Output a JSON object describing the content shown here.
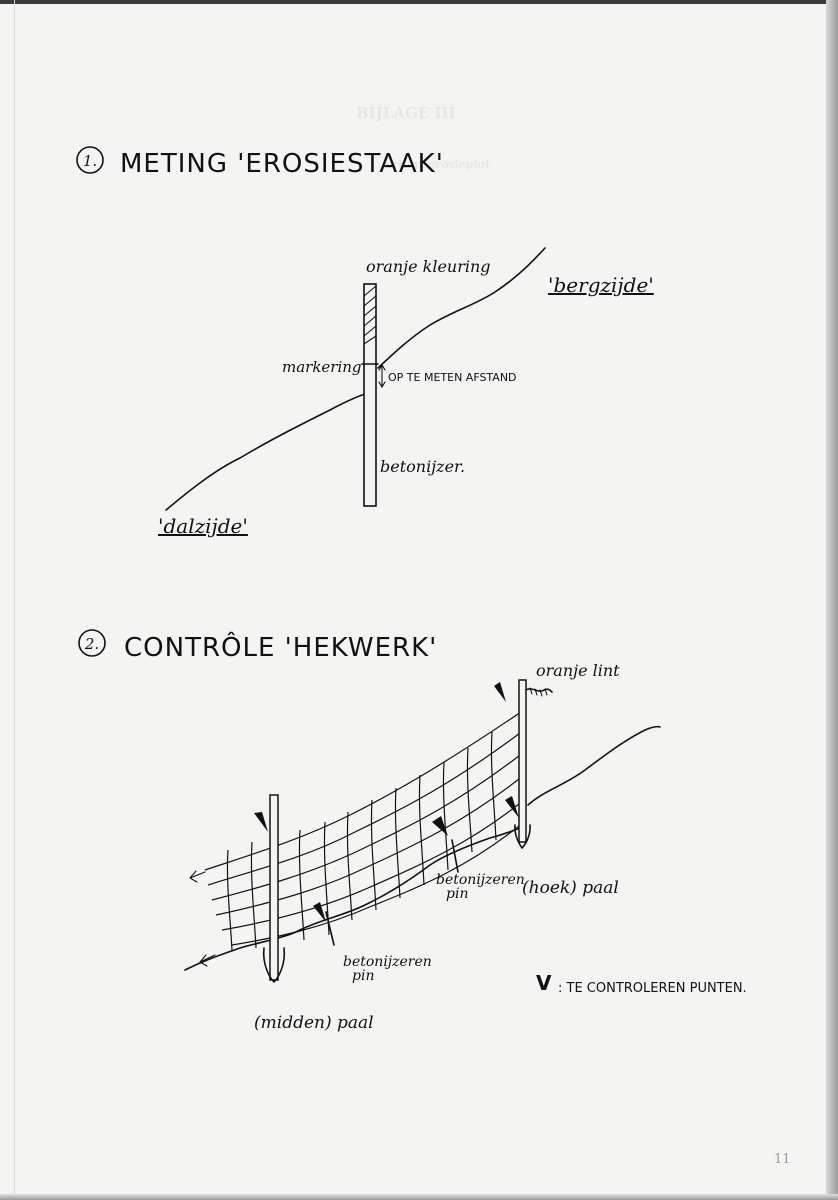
{
  "background_print": {
    "heading": "BIJLAGE III",
    "subtitle": "...erings erosieplot"
  },
  "section1": {
    "number": "1.",
    "title": "METING 'EROSIESTAAK'",
    "labels": {
      "top_marking": "oranje kleuring",
      "uphill": "'bergzijde'",
      "marking": "markering",
      "distance": "OP TE METEN AFSTAND",
      "rebar": "betonijzer.",
      "downhill": "'dalzijde'"
    }
  },
  "section2": {
    "number": "2.",
    "title": "CONTRÔLE 'HEKWERK'",
    "labels": {
      "ribbon": "oranje lint",
      "pin_right_line1": "betonijzeren",
      "pin_right_line2": "pin",
      "corner_post": "(hoek) paal",
      "pin_left_line1": "betonijzeren",
      "pin_left_line2": "pin",
      "middle_post": "(midden) paal"
    },
    "legend": {
      "symbol": "V",
      "text": ": TE CONTROLEREN PUNTEN."
    }
  },
  "page_number": "11"
}
